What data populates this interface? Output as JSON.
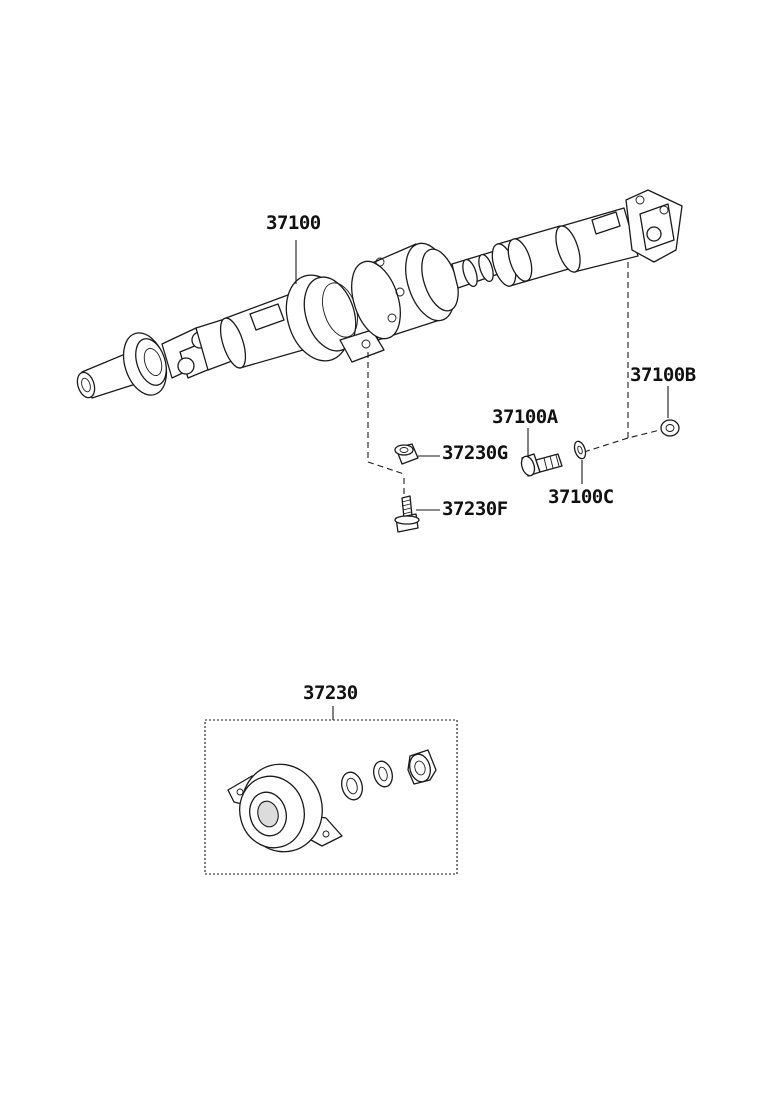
{
  "parts": {
    "propeller_shaft": "37100",
    "bolt_a": "37100A",
    "washer_b": "37100B",
    "washer_c": "37100C",
    "center_bearing_nut": "37230G",
    "center_bearing_bolt": "37230F",
    "center_bearing_assy": "37230"
  },
  "colors": {
    "line": "#1a1a1a",
    "background": "#ffffff",
    "shade": "#dcdcdc"
  }
}
